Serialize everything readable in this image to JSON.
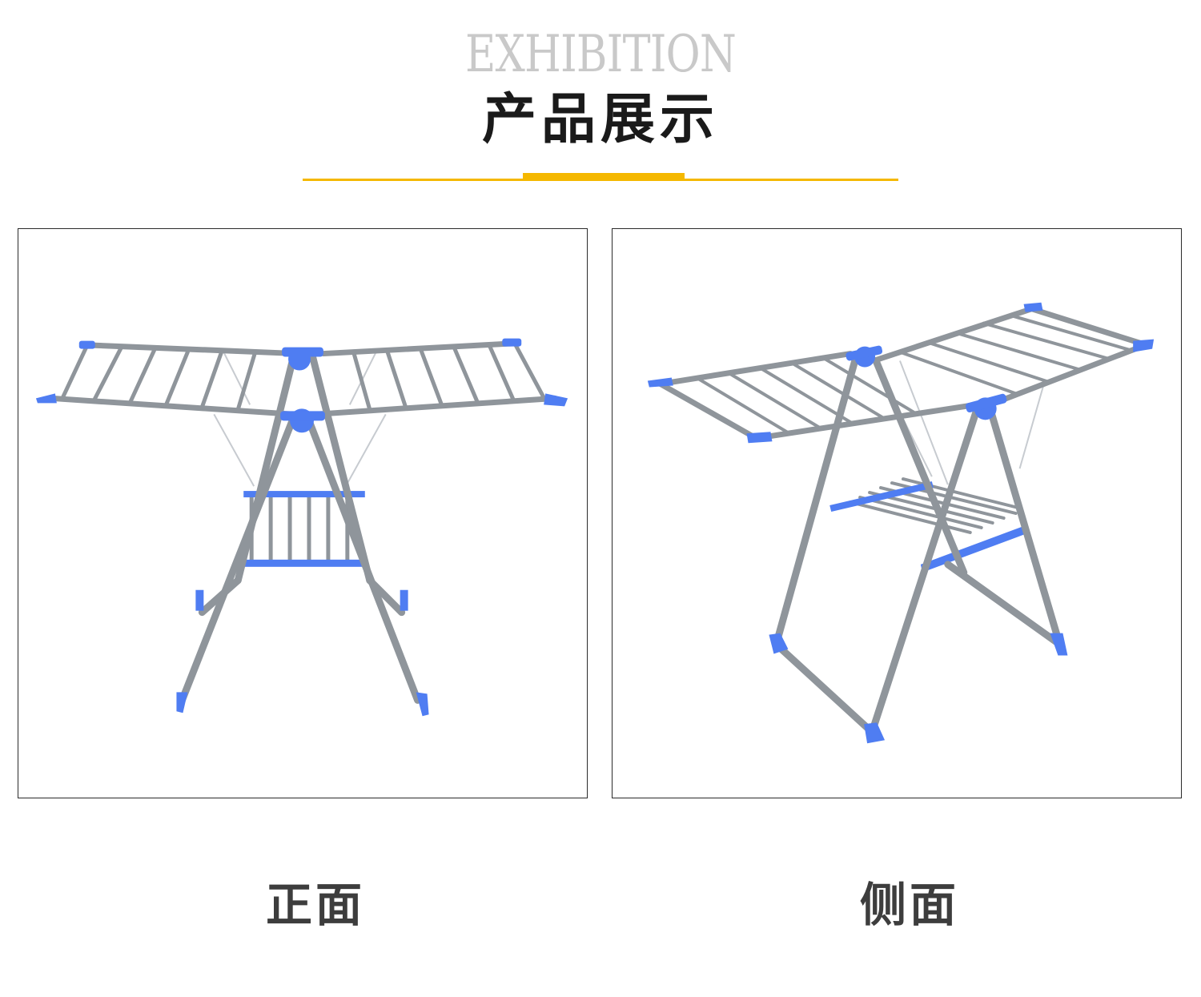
{
  "header": {
    "title_en": "EXHIBITION",
    "title_cn": "产品展示",
    "accent_color": "#f5b800"
  },
  "panels": [
    {
      "id": "front",
      "caption": "正面",
      "image": "clothes-drying-rack-front-view"
    },
    {
      "id": "side",
      "caption": "侧面",
      "image": "clothes-drying-rack-side-view"
    }
  ],
  "colors": {
    "frame_gray": "#8f959b",
    "frame_dark": "#6f767c",
    "plastic_blue": "#4f7df2",
    "wire_silver": "#c7cbd0",
    "caption_text": "#3d3d3d"
  }
}
